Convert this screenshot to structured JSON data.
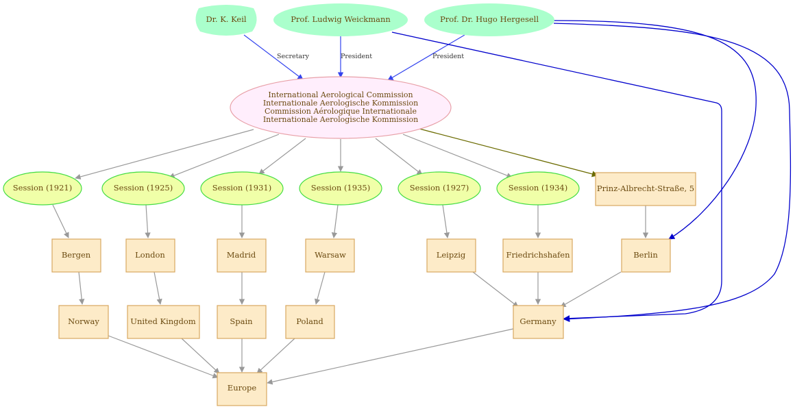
{
  "people": {
    "keil": "Dr. K. Keil",
    "weickmann": "Prof. Ludwig Weickmann",
    "hergesell": "Prof. Dr. Hugo Hergesell"
  },
  "edge_labels": {
    "secretary": "Secretary",
    "president_weickmann": "President",
    "president_hergesell": "President"
  },
  "commission": {
    "line1": "International Aerological Commission",
    "line2": "Internationale Aerologische Kommission",
    "line3": "Commission Aérologique Internationale",
    "line4": "Internationale Aerologische Kommission"
  },
  "sessions": {
    "s1921": "Session (1921)",
    "s1925": "Session (1925)",
    "s1931": "Session (1931)",
    "s1935": "Session (1935)",
    "s1927": "Session (1927)",
    "s1934": "Session (1934)"
  },
  "places": {
    "address": "Prinz-Albrecht-Straße, 5",
    "bergen": "Bergen",
    "london": "London",
    "madrid": "Madrid",
    "warsaw": "Warsaw",
    "leipzig": "Leipzig",
    "friedrichshafen": "Friedrichshafen",
    "berlin": "Berlin",
    "norway": "Norway",
    "uk": "United Kingdom",
    "spain": "Spain",
    "poland": "Poland",
    "germany": "Germany",
    "europe": "Europe"
  },
  "colors": {
    "person_fill": "#aaffcc",
    "session_fill": "#f0ffa8",
    "box_fill": "#fdebc8",
    "center_fill": "#ffeefc",
    "blue_edge": "#3344ee",
    "navy_edge": "#0000cc",
    "olive_edge": "#6b6b00",
    "gray_edge": "#999999"
  }
}
